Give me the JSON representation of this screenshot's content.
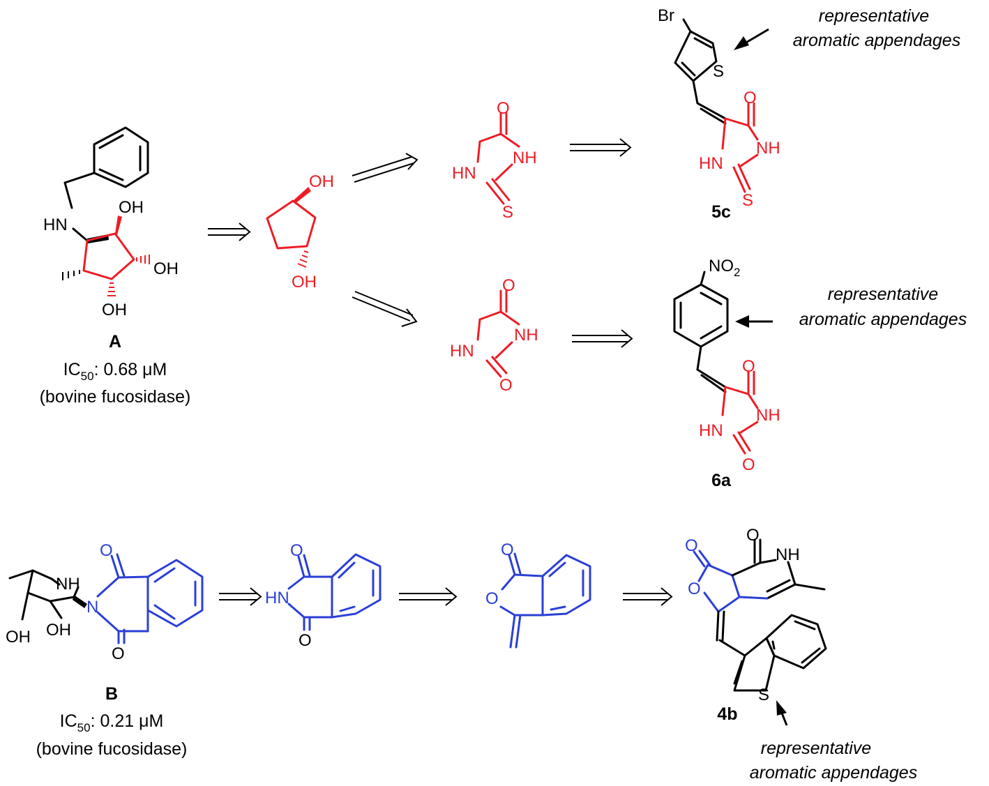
{
  "colors": {
    "red": "#ee1c25",
    "blue": "#2b3fd6",
    "black": "#000000"
  },
  "compound_A": {
    "label": "A",
    "ic50_prefix": "IC",
    "ic50_sub": "50",
    "ic50_value": ": 0.68 μM",
    "enzyme": "(bovine fucosidase)",
    "atoms": {
      "hn": "HN",
      "oh1": "OH",
      "oh2": "OH",
      "oh3": "OH"
    }
  },
  "cyclopentanediol": {
    "oh_top": "OH",
    "oh_bottom": "OH"
  },
  "thiohydantoin": {
    "nh": "NH",
    "hn": "HN",
    "o": "O",
    "s": "S"
  },
  "hydantoin": {
    "nh": "NH",
    "hn": "HN",
    "o1": "O",
    "o2": "O"
  },
  "compound_5c": {
    "label": "5c",
    "br": "Br",
    "s_ring": "S",
    "o": "O",
    "nh": "NH",
    "hn": "HN",
    "s": "S"
  },
  "compound_6a": {
    "label": "6a",
    "no2": "NO",
    "no2_sub": "2",
    "o1": "O",
    "nh": "NH",
    "hn": "HN",
    "o2": "O"
  },
  "compound_B": {
    "label": "B",
    "ic50_prefix": "IC",
    "ic50_sub": "50",
    "ic50_value": ": 0.21 μM",
    "enzyme": "(bovine fucosidase)",
    "atoms": {
      "nh": "NH",
      "n": "N",
      "o1": "O",
      "o2": "O",
      "oh1": "OH",
      "oh2": "OH"
    }
  },
  "phthalimide": {
    "hn": "HN",
    "o1": "O",
    "o2": "O"
  },
  "phthalide": {
    "o1": "O",
    "o_ring": "O"
  },
  "compound_4b": {
    "label": "4b",
    "o_top": "O",
    "o1": "O",
    "nh": "NH",
    "o_ring": "O",
    "s": "S"
  },
  "annotations": {
    "line1": "representative",
    "line2": "aromatic appendages"
  }
}
